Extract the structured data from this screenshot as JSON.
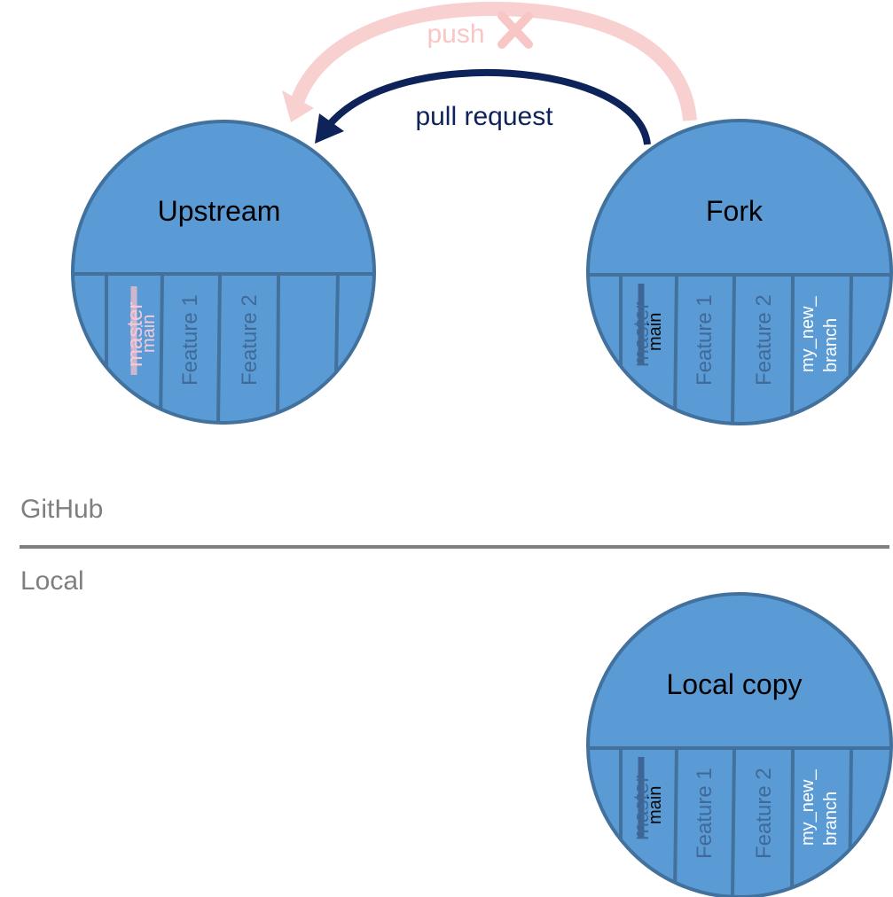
{
  "colors": {
    "repo_fill": "#5b9bd5",
    "repo_stroke": "#41719c",
    "pull_request_arrow": "#0d2359",
    "push_arrow": "#f9d0d0",
    "zone_line": "#808080",
    "zone_text": "#7f7f7f",
    "dim_text": "#3f6a98",
    "white_text": "#ffffff",
    "upstream_branch_text": "#f5c9d8"
  },
  "arrows": {
    "push_label": "push",
    "push_status_icon": "blocked-x-icon",
    "pull_request_label": "pull request"
  },
  "zones": {
    "top_label": "GitHub",
    "bottom_label": "Local"
  },
  "repos": {
    "upstream": {
      "title": "Upstream",
      "branches": {
        "struck": "master",
        "current": "main",
        "feature1": "Feature 1",
        "feature2": "Feature 2"
      }
    },
    "fork": {
      "title": "Fork",
      "branches": {
        "struck": "master",
        "current": "main",
        "feature1": "Feature 1",
        "feature2": "Feature 2",
        "custom_line1": "my_new_",
        "custom_line2": "branch"
      }
    },
    "local": {
      "title": "Local copy",
      "branches": {
        "struck": "master",
        "current": "main",
        "feature1": "Feature 1",
        "feature2": "Feature 2",
        "custom_line1": "my_new_",
        "custom_line2": "branch"
      }
    }
  }
}
